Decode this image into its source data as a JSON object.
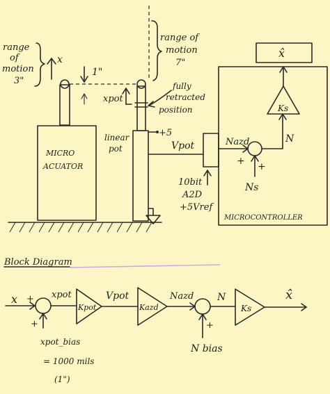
{
  "top": {
    "range_left": [
      "range",
      "of",
      "motion",
      "3\""
    ],
    "range_right": [
      "range of",
      "motion",
      "7\""
    ],
    "x_label": "x",
    "one_inch": "1\"",
    "xpot_label": "xpot",
    "fully_retracted": [
      "fully",
      "retracted",
      "position"
    ],
    "micro_actuator": [
      "MICRO",
      "ACUATOR"
    ],
    "linear_pot": [
      "linear",
      "pot"
    ],
    "plus5": "+5",
    "vpot": "Vpot",
    "nazd": "Nazd",
    "plus": "+",
    "ns": "Ns",
    "n": "N",
    "ks": "Ks",
    "xhat": "x̂",
    "a2d": [
      "10bit",
      "A2D",
      "+5Vref"
    ],
    "microcontroller": "MICROCONTROLLER"
  },
  "block": {
    "title": "Block Diagram",
    "x_in": "x",
    "plus_top": "+",
    "plus_bottom": "+",
    "xpot": "xpot",
    "kpot": "Kpot",
    "vpot": "Vpot",
    "kazd": "Kazd",
    "nazd": "Nazd",
    "n": "N",
    "plus_n": "+",
    "ks": "Ks",
    "xhat": "x̂",
    "xpot_bias": [
      "xpot_bias",
      "= 1000 mils",
      "(1\")"
    ],
    "n_bias": "N bias"
  }
}
